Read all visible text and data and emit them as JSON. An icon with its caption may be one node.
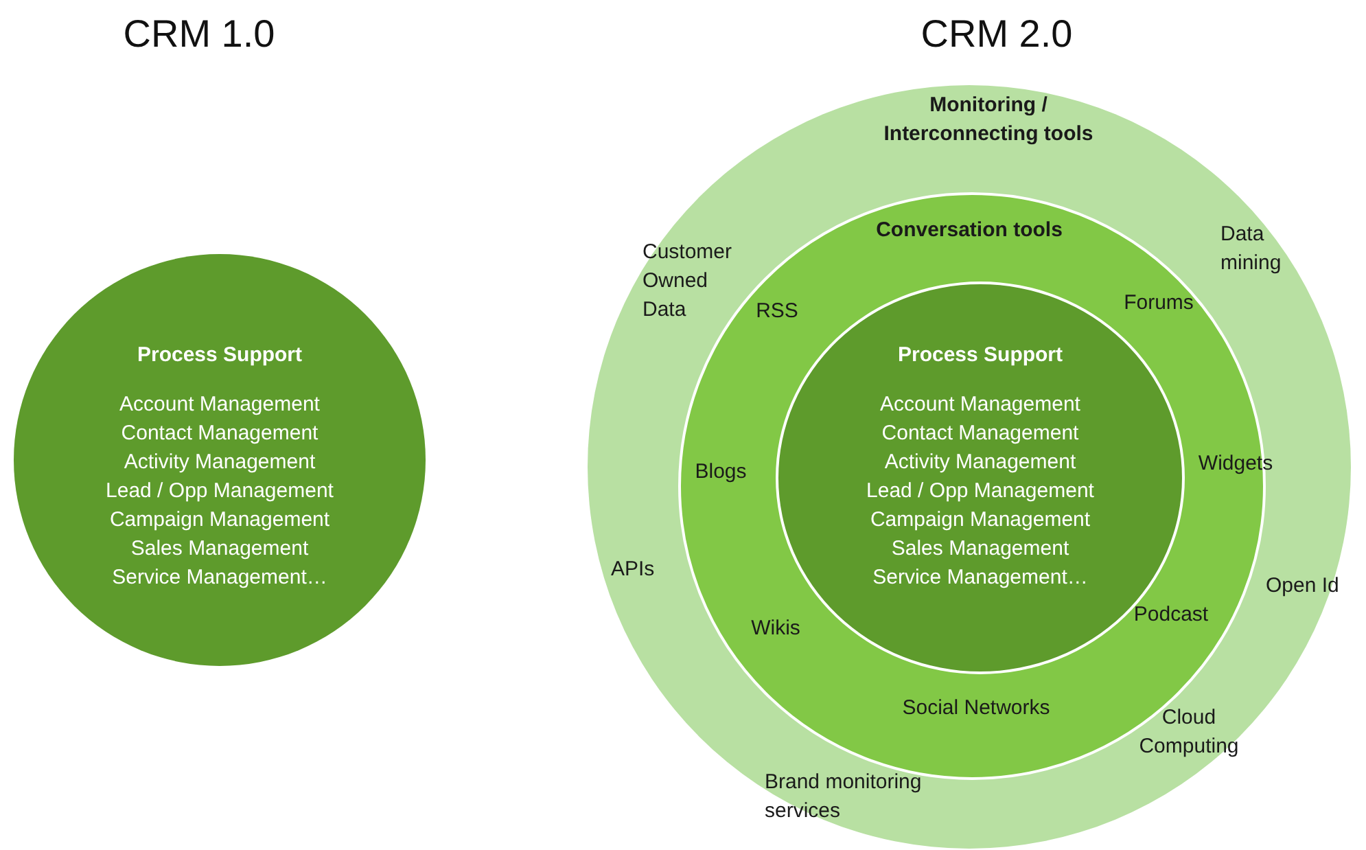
{
  "diagram": {
    "nodes": [
      {
        "text": [
          "Process Support",
          "Account Management",
          "Contact Management",
          "Activity Management",
          "Lead / Opp Management",
          "Campaign Management",
          "Sales Management",
          "Service Management…"
        ]
      },
      {
        "text": [
          "Monitoring / Interconnecting tools"
        ]
      },
      {
        "text": [
          "Conversation tools"
        ],
        "in": 1
      },
      {
        "text": [
          "Process Support",
          "Account Management",
          "Contact Management",
          "Activity Management",
          "Lead / Opp Management",
          "Campaign Management",
          "Sales Management",
          "Service Management…"
        ],
        "in": 2
      }
    ],
    "edges": [],
    "labels": [
      "CRM 1.0",
      "CRM 2.0",
      "Customer Owned Data",
      "Data mining",
      "RSS",
      "Forums",
      "Blogs",
      "Widgets",
      "APIs",
      "Open Id",
      "Wikis",
      "Podcast",
      "Social Networks",
      "Cloud Computing",
      "Brand monitoring services"
    ]
  }
}
